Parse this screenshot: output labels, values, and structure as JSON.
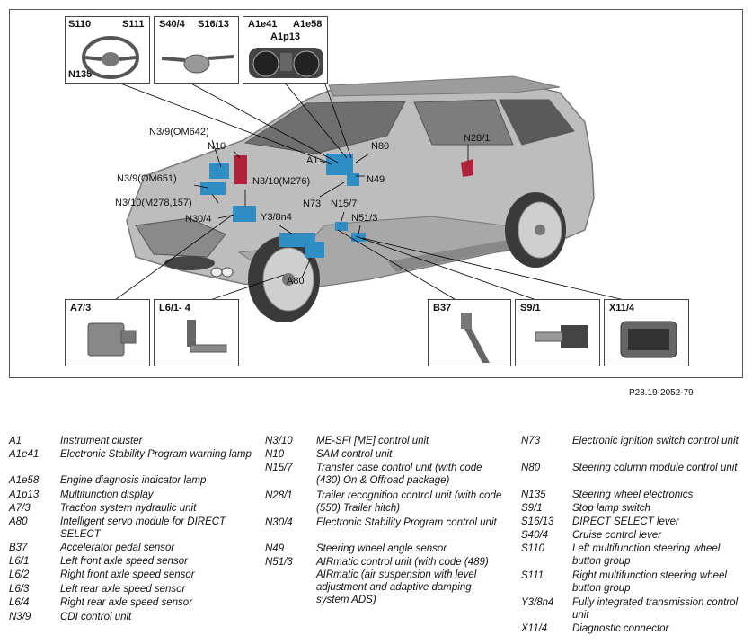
{
  "figure_ref": "P28.19-2052-79",
  "insets": {
    "steering": {
      "labels": [
        "S110",
        "S111",
        "N135"
      ]
    },
    "levers": {
      "labels": [
        "S40/4",
        "S16/13"
      ]
    },
    "cluster": {
      "labels": [
        "A1e41",
        "A1e58",
        "A1p13"
      ]
    },
    "a7_3": {
      "label": "A7/3"
    },
    "l6": {
      "label": "L6/1- 4"
    },
    "b37": {
      "label": "B37"
    },
    "s9_1": {
      "label": "S9/1"
    },
    "x11_4": {
      "label": "X11/4"
    }
  },
  "callouts": [
    "N3/9(OM642)",
    "N10",
    "N3/9(OM651)",
    "N3/10(M276)",
    "N3/10(M278,157)",
    "N30/4",
    "Y3/8n4",
    "A1",
    "N80",
    "N49",
    "N73",
    "N15/7",
    "N51/3",
    "N28/1",
    "A80"
  ],
  "colors": {
    "component_blue": "#2f8fc4",
    "component_red": "#b0223a",
    "car_body": "#b9b9b9",
    "frame": "#555555"
  },
  "legend": {
    "col1": [
      {
        "code": "A1",
        "desc": "Instrument cluster"
      },
      {
        "code": "A1e41",
        "desc": "Electronic Stability Program warning lamp"
      },
      {
        "code": "A1e58",
        "desc": "Engine diagnosis indicator lamp"
      },
      {
        "code": "A1p13",
        "desc": "Multifunction display"
      },
      {
        "code": "A7/3",
        "desc": "Traction system hydraulic unit"
      },
      {
        "code": "A80",
        "desc": "Intelligent servo module for DIRECT SELECT"
      },
      {
        "code": "B37",
        "desc": "Accelerator pedal sensor"
      },
      {
        "code": "L6/1",
        "desc": "Left front axle speed sensor"
      },
      {
        "code": "L6/2",
        "desc": "Right front axle speed sensor"
      },
      {
        "code": "L6/3",
        "desc": "Left rear axle speed sensor"
      },
      {
        "code": "L6/4",
        "desc": "Right rear axle speed sensor"
      },
      {
        "code": "N3/9",
        "desc": "CDI control unit"
      }
    ],
    "col2": [
      {
        "code": "N3/10",
        "desc": "ME-SFI [ME] control unit"
      },
      {
        "code": "N10",
        "desc": "SAM control unit"
      },
      {
        "code": "N15/7",
        "desc": "Transfer case control unit (with code (430) On & Offroad package)"
      },
      {
        "code": "N28/1",
        "desc": "Trailer recognition control unit (with code (550) Trailer hitch)"
      },
      {
        "code": "N30/4",
        "desc": "Electronic Stability Program control unit"
      },
      {
        "code": "N49",
        "desc": "Steering wheel angle sensor"
      },
      {
        "code": "N51/3",
        "desc": "AIRmatic control unit (with code (489) AIRmatic (air suspension with level adjustment and adaptive damping system ADS)"
      }
    ],
    "col3": [
      {
        "code": "N73",
        "desc": "Electronic ignition switch control unit"
      },
      {
        "code": "N80",
        "desc": "Steering column module control unit"
      },
      {
        "code": "N135",
        "desc": "Steering wheel electronics"
      },
      {
        "code": "S9/1",
        "desc": "Stop lamp switch"
      },
      {
        "code": "S16/13",
        "desc": "DIRECT SELECT lever"
      },
      {
        "code": "S40/4",
        "desc": "Cruise control lever"
      },
      {
        "code": "S110",
        "desc": "Left multifunction steering wheel button group"
      },
      {
        "code": "S111",
        "desc": "Right multifunction steering wheel button group"
      },
      {
        "code": "Y3/8n4",
        "desc": "Fully integrated transmission control unit"
      },
      {
        "code": "X11/4",
        "desc": "Diagnostic connector"
      }
    ]
  }
}
